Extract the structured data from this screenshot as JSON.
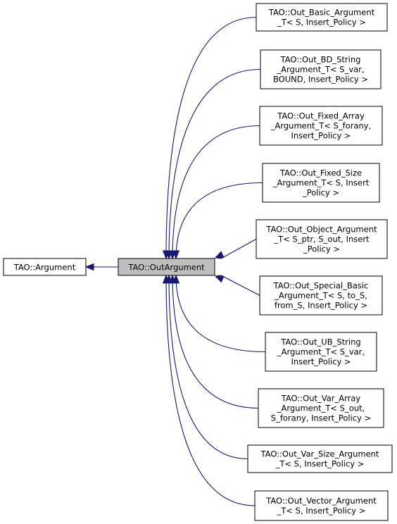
{
  "base": {
    "label": "TAO::Argument"
  },
  "current": {
    "label": "TAO::OutArgument"
  },
  "derived": [
    {
      "id": "d1",
      "lines": [
        "TAO::Out_Basic_Argument",
        "_T< S, Insert_Policy >"
      ]
    },
    {
      "id": "d2",
      "lines": [
        "TAO::Out_BD_String",
        "_Argument_T< S_var,",
        "BOUND, Insert_Policy >"
      ]
    },
    {
      "id": "d3",
      "lines": [
        "TAO::Out_Fixed_Array",
        "_Argument_T< S_forany,",
        "Insert_Policy >"
      ]
    },
    {
      "id": "d4",
      "lines": [
        "TAO::Out_Fixed_Size",
        "_Argument_T< S, Insert",
        "_Policy >"
      ]
    },
    {
      "id": "d5",
      "lines": [
        "TAO::Out_Object_Argument",
        "_T< S_ptr, S_out, Insert",
        "_Policy >"
      ]
    },
    {
      "id": "d6",
      "lines": [
        "TAO::Out_Special_Basic",
        "_Argument_T< S, to_S,",
        "from_S, Insert_Policy >"
      ]
    },
    {
      "id": "d7",
      "lines": [
        "TAO::Out_UB_String",
        "_Argument_T< S_var,",
        "Insert_Policy >"
      ]
    },
    {
      "id": "d8",
      "lines": [
        "TAO::Out_Var_Array",
        "_Argument_T< S_out,",
        "S_forany, Insert_Policy >"
      ]
    },
    {
      "id": "d9",
      "lines": [
        "TAO::Out_Var_Size_Argument",
        "_T< S, Insert_Policy >"
      ]
    },
    {
      "id": "d10",
      "lines": [
        "TAO::Out_Vector_Argument",
        "_T< S, Insert_Policy >"
      ]
    }
  ],
  "colors": {
    "edge": "#191970",
    "current_fill": "#bfbfbf",
    "node_fill": "#ffffff"
  }
}
